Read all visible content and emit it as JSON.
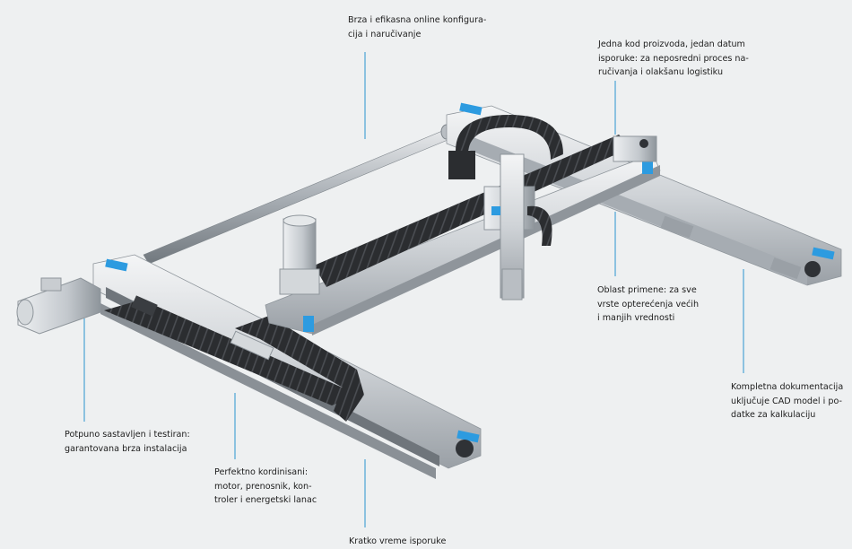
{
  "callouts": [
    {
      "id": "online-config",
      "lines": [
        "Brza i efikasna online konfigura-",
        "cija i naručivanje"
      ]
    },
    {
      "id": "product-code",
      "lines": [
        "Jedna kod proizvoda, jedan datum",
        "isporuke: za neposredni proces na-",
        "ručivanja i olakšanu logistiku"
      ]
    },
    {
      "id": "application-area",
      "lines": [
        "Oblast primene: za sve",
        "vrste opterećenja većih",
        "i manjih vrednosti"
      ]
    },
    {
      "id": "documentation",
      "lines": [
        "Kompletna dokumentacija",
        "uključuje CAD model i po-",
        "datke za kalkulaciju"
      ]
    },
    {
      "id": "assembled-tested",
      "lines": [
        "Potpuno sastavljen i testiran:",
        "garantovana brza instalacija"
      ]
    },
    {
      "id": "coordinated",
      "lines": [
        "Perfektno  kordinisani:",
        "motor, prenosnik, kon-",
        "troler i energetski lanac"
      ]
    },
    {
      "id": "delivery-time",
      "lines": [
        "Kratko vreme isporuke"
      ]
    }
  ],
  "colors": {
    "background": "#eef0f1",
    "leader_line": "#4aa3d6",
    "accent_cap": "#2d9be0",
    "aluminium": "#c9cdd1",
    "chain": "#2b2d30"
  }
}
